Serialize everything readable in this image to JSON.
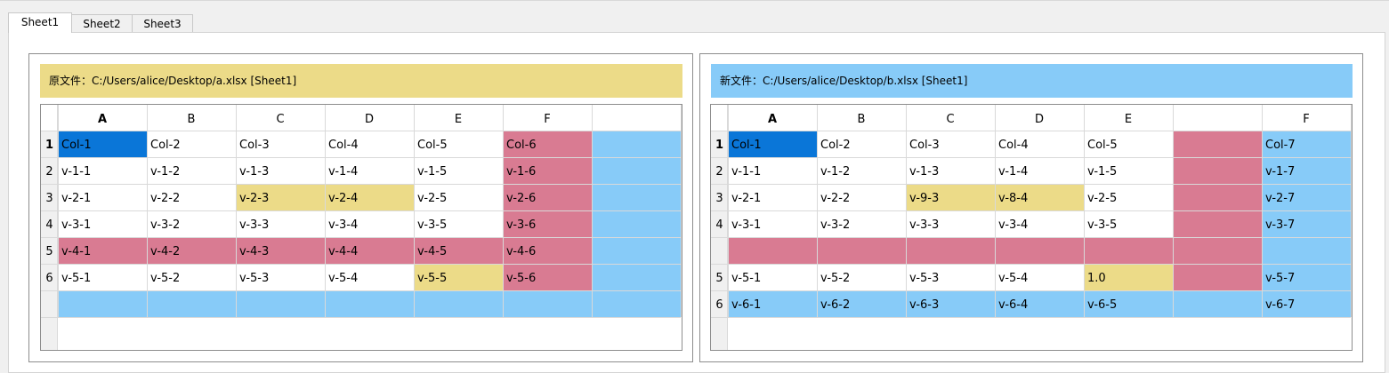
{
  "tabs": [
    {
      "label": "Sheet1",
      "active": true
    },
    {
      "label": "Sheet2",
      "active": false
    },
    {
      "label": "Sheet3",
      "active": false
    }
  ],
  "colors": {
    "yellow": "#ecdb88",
    "red": "#d97b92",
    "blue": "#87cbf8",
    "selected": "#0a76d8",
    "gridline": "#d9d9d9"
  },
  "left": {
    "label_prefix": "原文件：",
    "path": "C:/Users/alice/Desktop/a.xlsx [Sheet1]",
    "header_color": "#ecdb88",
    "col_headers": [
      "A",
      "B",
      "C",
      "D",
      "E",
      "F",
      ""
    ],
    "row_headers": [
      "1",
      "2",
      "3",
      "4",
      "5",
      "6",
      ""
    ],
    "rows": [
      [
        {
          "t": "Col-1",
          "c": "selected"
        },
        {
          "t": "Col-2"
        },
        {
          "t": "Col-3"
        },
        {
          "t": "Col-4"
        },
        {
          "t": "Col-5"
        },
        {
          "t": "Col-6",
          "c": "red"
        },
        {
          "t": "",
          "c": "blue"
        }
      ],
      [
        {
          "t": "v-1-1"
        },
        {
          "t": "v-1-2"
        },
        {
          "t": "v-1-3"
        },
        {
          "t": "v-1-4"
        },
        {
          "t": "v-1-5"
        },
        {
          "t": "v-1-6",
          "c": "red"
        },
        {
          "t": "",
          "c": "blue"
        }
      ],
      [
        {
          "t": "v-2-1"
        },
        {
          "t": "v-2-2"
        },
        {
          "t": "v-2-3",
          "c": "yellow"
        },
        {
          "t": "v-2-4",
          "c": "yellow"
        },
        {
          "t": "v-2-5"
        },
        {
          "t": "v-2-6",
          "c": "red"
        },
        {
          "t": "",
          "c": "blue"
        }
      ],
      [
        {
          "t": "v-3-1"
        },
        {
          "t": "v-3-2"
        },
        {
          "t": "v-3-3"
        },
        {
          "t": "v-3-4"
        },
        {
          "t": "v-3-5"
        },
        {
          "t": "v-3-6",
          "c": "red"
        },
        {
          "t": "",
          "c": "blue"
        }
      ],
      [
        {
          "t": "v-4-1",
          "c": "red"
        },
        {
          "t": "v-4-2",
          "c": "red"
        },
        {
          "t": "v-4-3",
          "c": "red"
        },
        {
          "t": "v-4-4",
          "c": "red"
        },
        {
          "t": "v-4-5",
          "c": "red"
        },
        {
          "t": "v-4-6",
          "c": "red"
        },
        {
          "t": "",
          "c": "blue"
        }
      ],
      [
        {
          "t": "v-5-1"
        },
        {
          "t": "v-5-2"
        },
        {
          "t": "v-5-3"
        },
        {
          "t": "v-5-4"
        },
        {
          "t": "v-5-5",
          "c": "yellow"
        },
        {
          "t": "v-5-6",
          "c": "red"
        },
        {
          "t": "",
          "c": "blue"
        }
      ],
      [
        {
          "t": "",
          "c": "blue"
        },
        {
          "t": "",
          "c": "blue"
        },
        {
          "t": "",
          "c": "blue"
        },
        {
          "t": "",
          "c": "blue"
        },
        {
          "t": "",
          "c": "blue"
        },
        {
          "t": "",
          "c": "blue"
        },
        {
          "t": "",
          "c": "blue"
        }
      ]
    ]
  },
  "right": {
    "label_prefix": "新文件：",
    "path": "C:/Users/alice/Desktop/b.xlsx [Sheet1]",
    "header_color": "#87cbf8",
    "col_headers": [
      "A",
      "B",
      "C",
      "D",
      "E",
      "",
      "F"
    ],
    "row_headers": [
      "1",
      "2",
      "3",
      "4",
      "",
      "5",
      "6"
    ],
    "rows": [
      [
        {
          "t": "Col-1",
          "c": "selected"
        },
        {
          "t": "Col-2"
        },
        {
          "t": "Col-3"
        },
        {
          "t": "Col-4"
        },
        {
          "t": "Col-5"
        },
        {
          "t": "",
          "c": "red"
        },
        {
          "t": "Col-7",
          "c": "blue"
        }
      ],
      [
        {
          "t": "v-1-1"
        },
        {
          "t": "v-1-2"
        },
        {
          "t": "v-1-3"
        },
        {
          "t": "v-1-4"
        },
        {
          "t": "v-1-5"
        },
        {
          "t": "",
          "c": "red"
        },
        {
          "t": "v-1-7",
          "c": "blue"
        }
      ],
      [
        {
          "t": "v-2-1"
        },
        {
          "t": "v-2-2"
        },
        {
          "t": "v-9-3",
          "c": "yellow"
        },
        {
          "t": "v-8-4",
          "c": "yellow"
        },
        {
          "t": "v-2-5"
        },
        {
          "t": "",
          "c": "red"
        },
        {
          "t": "v-2-7",
          "c": "blue"
        }
      ],
      [
        {
          "t": "v-3-1"
        },
        {
          "t": "v-3-2"
        },
        {
          "t": "v-3-3"
        },
        {
          "t": "v-3-4"
        },
        {
          "t": "v-3-5"
        },
        {
          "t": "",
          "c": "red"
        },
        {
          "t": "v-3-7",
          "c": "blue"
        }
      ],
      [
        {
          "t": "",
          "c": "red"
        },
        {
          "t": "",
          "c": "red"
        },
        {
          "t": "",
          "c": "red"
        },
        {
          "t": "",
          "c": "red"
        },
        {
          "t": "",
          "c": "red"
        },
        {
          "t": "",
          "c": "red"
        },
        {
          "t": "",
          "c": "blue"
        }
      ],
      [
        {
          "t": "v-5-1"
        },
        {
          "t": "v-5-2"
        },
        {
          "t": "v-5-3"
        },
        {
          "t": "v-5-4"
        },
        {
          "t": "1.0",
          "c": "yellow"
        },
        {
          "t": "",
          "c": "red"
        },
        {
          "t": "v-5-7",
          "c": "blue"
        }
      ],
      [
        {
          "t": "v-6-1",
          "c": "blue"
        },
        {
          "t": "v-6-2",
          "c": "blue"
        },
        {
          "t": "v-6-3",
          "c": "blue"
        },
        {
          "t": "v-6-4",
          "c": "blue"
        },
        {
          "t": "v-6-5",
          "c": "blue"
        },
        {
          "t": "",
          "c": "blue"
        },
        {
          "t": "v-6-7",
          "c": "blue"
        }
      ]
    ]
  }
}
